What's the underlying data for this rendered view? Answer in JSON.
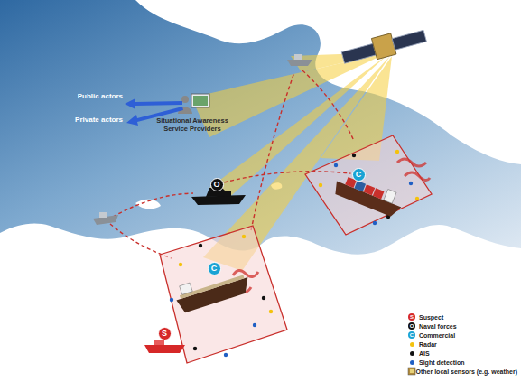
{
  "diagram": {
    "nodes": [
      {
        "text": [
          "Situational Awareness Service Providers"
        ]
      },
      {
        "text": [
          "C"
        ]
      },
      {
        "text": [
          "O"
        ]
      },
      {
        "text": [
          "C"
        ]
      },
      {
        "text": [
          "S"
        ]
      }
    ],
    "edges": [
      {
        "from": 2,
        "to": 1,
        "arrow": "none"
      }
    ],
    "labels": [
      "Public actors",
      "Private actors",
      "S",
      "O",
      "C"
    ],
    "legend": [
      {
        "text": "Suspect",
        "color": "#d62828"
      },
      {
        "text": "Naval forces",
        "color": "#111111"
      },
      {
        "text": "Commercial",
        "color": "#1aa3d4"
      },
      {
        "text": "Radar",
        "color": "#f4c20d"
      },
      {
        "text": "AIS",
        "color": "#111111"
      },
      {
        "text": "Sight detection",
        "color": "#1f5fc4"
      },
      {
        "text": "Other local sensors (e.g. weather)"
      }
    ]
  }
}
